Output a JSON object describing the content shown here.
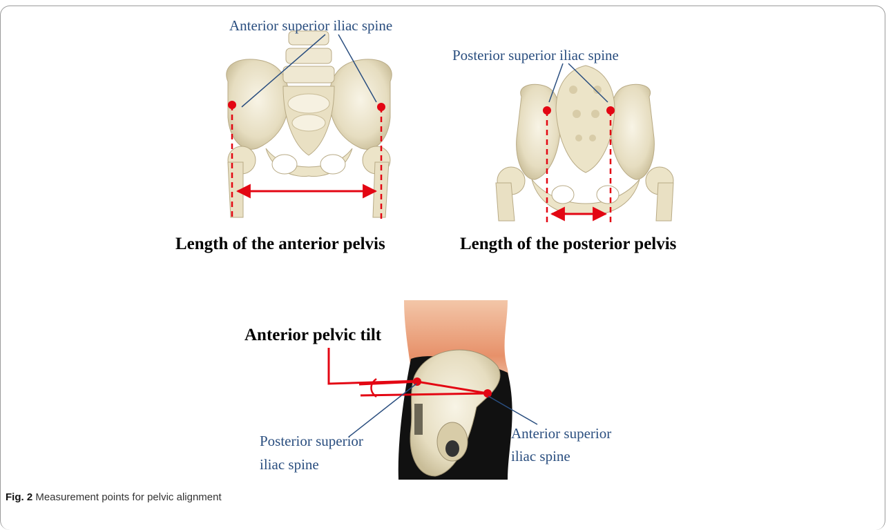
{
  "labels": {
    "asis_top": "Anterior superior iliac spine",
    "psis_top": "Posterior superior iliac spine",
    "anterior_length": "Length of the anterior pelvis",
    "posterior_length": "Length of the posterior pelvis",
    "tilt_title": "Anterior pelvic tilt",
    "psis_bottom_1": "Posterior superior",
    "psis_bottom_2": "iliac spine",
    "asis_bottom_1": "Anterior superior",
    "asis_bottom_2": "iliac spine"
  },
  "caption": {
    "fig_label": "Fig. 2",
    "text": "Measurement points for pelvic alignment"
  },
  "colors": {
    "measure_red": "#e30613",
    "leader_blue": "#2a4e7f",
    "bone": "#ece4c8",
    "skin": "#e9a37c",
    "clothing": "#111111"
  },
  "icons": [
    "pelvis-front-photo",
    "pelvis-back-photo",
    "pelvis-side-model"
  ]
}
